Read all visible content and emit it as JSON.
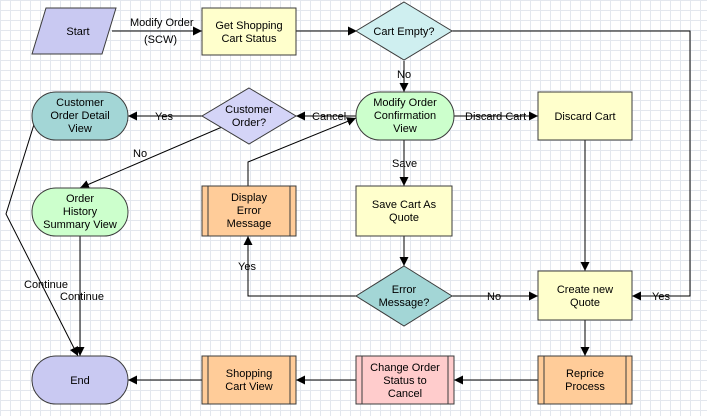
{
  "nodes": {
    "start": "Start",
    "get_cart_status": [
      "Get Shopping",
      "Cart Status"
    ],
    "cart_empty": "Cart Empty?",
    "modify_order_view": [
      "Modify Order",
      "Confirmation",
      "View"
    ],
    "discard_cart": "Discard Cart",
    "customer_order": [
      "Customer",
      "Order?"
    ],
    "customer_order_detail": [
      "Customer",
      "Order Detail",
      "View"
    ],
    "order_history": [
      "Order",
      "History",
      "Summary View"
    ],
    "display_error": [
      "Display",
      "Error",
      "Message"
    ],
    "save_cart_quote": [
      "Save Cart As",
      "Quote"
    ],
    "error_message": [
      "Error",
      "Message?"
    ],
    "create_quote": [
      "Create new",
      "Quote"
    ],
    "reprice": [
      "Reprice",
      "Process"
    ],
    "change_status": [
      "Change Order",
      "Status to",
      "Cancel"
    ],
    "shopping_cart_view": [
      "Shopping",
      "Cart View"
    ],
    "end": "End"
  },
  "edge_labels": {
    "modify_order_1": "Modify Order",
    "modify_order_2": "(SCW)",
    "no_cart_empty": "No",
    "yes_create": "Yes",
    "discard_cart": "Discard Cart",
    "cancel": "Cancel",
    "yes_detail": "Yes",
    "no_history": "No",
    "save": "Save",
    "yes_error": "Yes",
    "no_error": "No",
    "continue_detail": "Continue",
    "continue_history": "Continue"
  },
  "colors": {
    "start": "#c9c9f2",
    "process_yellow": "#ffffcc",
    "decision_cyan": "#cfeff0",
    "decision_lilac": "#d4d4f7",
    "view_green": "#ccffcc",
    "view_teal": "#a3d6d6",
    "subprocess_orange": "#ffcc99",
    "subprocess_pink": "#ffcccc",
    "end": "#c9c9f2",
    "stroke": "#3b3b3b"
  }
}
